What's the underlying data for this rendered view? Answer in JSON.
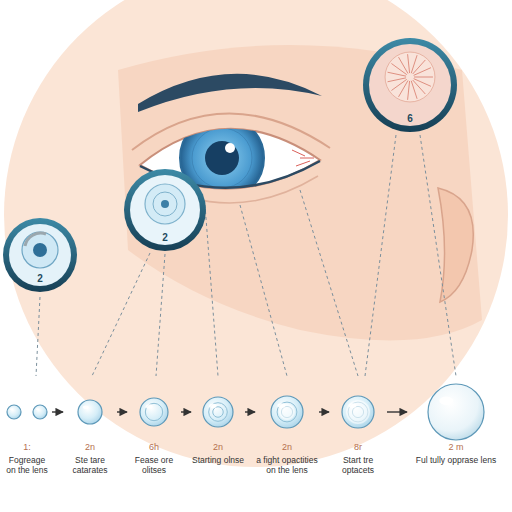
{
  "diagram": {
    "nodes": [
      {
        "text": [
          "6"
        ]
      },
      {
        "text": [
          "2"
        ]
      },
      {
        "text": [
          "2"
        ]
      },
      {
        "text": [
          "1:",
          "Fogreage on the lens"
        ]
      },
      {
        "text": [
          "2n",
          "Ste tare catarates"
        ]
      },
      {
        "text": [
          "6h",
          "Fease ore olitses"
        ]
      },
      {
        "text": [
          "2n",
          "Starting olnse"
        ]
      },
      {
        "text": [
          "2n",
          "a fight opactities on the lens"
        ]
      },
      {
        "text": [
          "8r",
          "Start tre optacets"
        ]
      },
      {
        "text": [
          "2 m",
          "Ful tully opprase lens"
        ]
      }
    ],
    "edges": [
      {
        "from": 3,
        "to": 4,
        "arrow": "to"
      },
      {
        "from": 4,
        "to": 5,
        "arrow": "to"
      },
      {
        "from": 5,
        "to": 6,
        "arrow": "to"
      },
      {
        "from": 6,
        "to": 7,
        "arrow": "to"
      },
      {
        "from": 7,
        "to": 8,
        "arrow": "to"
      },
      {
        "from": 8,
        "to": 9,
        "arrow": "to"
      }
    ]
  }
}
